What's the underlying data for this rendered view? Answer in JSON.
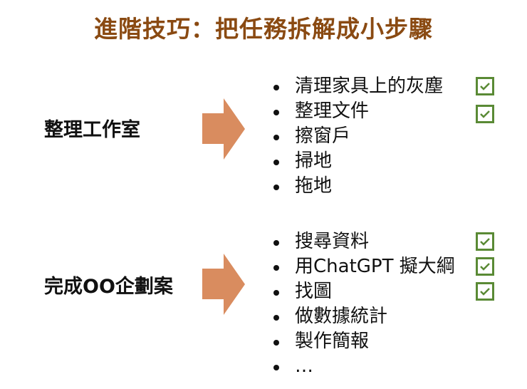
{
  "title": "進階技巧：把任務拆解成小步驟",
  "colors": {
    "title": "#8a4a12",
    "arrow": "#d98c5f",
    "checkbox": "#5a8a35",
    "text": "#111111"
  },
  "groups": [
    {
      "task": "整理工作室",
      "arrow_icon": "right-arrow",
      "steps": [
        {
          "text": "清理家具上的灰塵",
          "checked": true
        },
        {
          "text": "整理文件",
          "checked": true
        },
        {
          "text": "擦窗戶",
          "checked": false
        },
        {
          "text": "掃地",
          "checked": false
        },
        {
          "text": "拖地",
          "checked": false
        }
      ]
    },
    {
      "task": "完成OO企劃案",
      "arrow_icon": "right-arrow",
      "steps": [
        {
          "text": "搜尋資料",
          "checked": true
        },
        {
          "text": "用ChatGPT 擬大綱",
          "checked": true
        },
        {
          "text": "找圖",
          "checked": true
        },
        {
          "text": "做數據統計",
          "checked": false
        },
        {
          "text": "製作簡報",
          "checked": false
        },
        {
          "text": "…",
          "checked": false
        }
      ]
    }
  ]
}
